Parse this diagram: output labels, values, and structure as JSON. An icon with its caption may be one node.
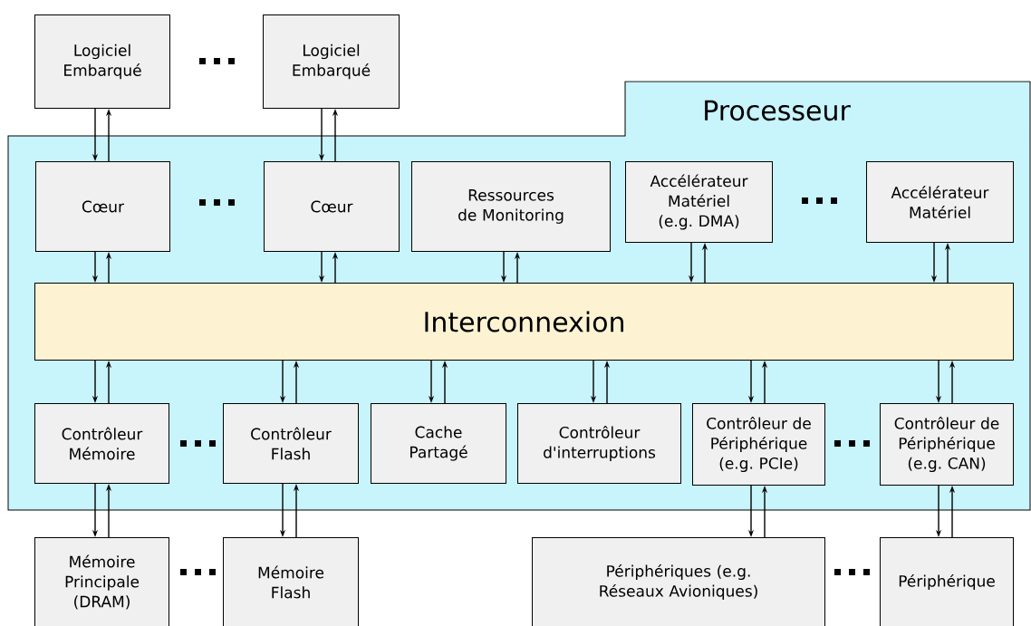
{
  "diagram": {
    "nodes": [
      {
        "text": [
          "Processeur"
        ]
      },
      {
        "text": [
          "Logiciel Embarqué"
        ]
      },
      {
        "text": [
          "Logiciel Embarqué"
        ]
      },
      {
        "text": [
          "Cœur"
        ],
        "in": 0
      },
      {
        "text": [
          "Cœur"
        ],
        "in": 0
      },
      {
        "text": [
          "Ressources de Monitoring"
        ],
        "in": 0
      },
      {
        "text": [
          "Accélérateur Matériel (e.g. DMA)"
        ],
        "in": 0
      },
      {
        "text": [
          "Accélérateur Matériel"
        ],
        "in": 0
      },
      {
        "text": [
          "Interconnexion"
        ],
        "in": 0
      },
      {
        "text": [
          "Contrôleur Mémoire"
        ],
        "in": 0
      },
      {
        "text": [
          "Contrôleur Flash"
        ],
        "in": 0
      },
      {
        "text": [
          "Cache Partagé"
        ],
        "in": 0
      },
      {
        "text": [
          "Contrôleur d'interruptions"
        ],
        "in": 0
      },
      {
        "text": [
          "Contrôleur de Périphérique (e.g. PCIe)"
        ],
        "in": 0
      },
      {
        "text": [
          "Contrôleur de Périphérique (e.g. CAN)"
        ],
        "in": 0
      },
      {
        "text": [
          "Mémoire Principale (DRAM)"
        ]
      },
      {
        "text": [
          "Mémoire Flash"
        ]
      },
      {
        "text": [
          "Périphériques (e.g. Réseaux Avioniques)"
        ]
      },
      {
        "text": [
          "Périphérique"
        ]
      }
    ],
    "edges": [
      {
        "from": 1,
        "to": 3,
        "arrow": "to"
      },
      {
        "from": 3,
        "to": 1,
        "arrow": "to"
      },
      {
        "from": 2,
        "to": 4,
        "arrow": "to"
      },
      {
        "from": 4,
        "to": 2,
        "arrow": "to"
      },
      {
        "from": 3,
        "to": 8,
        "arrow": "to"
      },
      {
        "from": 8,
        "to": 3,
        "arrow": "to"
      },
      {
        "from": 4,
        "to": 8,
        "arrow": "to"
      },
      {
        "from": 8,
        "to": 4,
        "arrow": "to"
      },
      {
        "from": 5,
        "to": 8,
        "arrow": "to"
      },
      {
        "from": 8,
        "to": 5,
        "arrow": "to"
      },
      {
        "from": 6,
        "to": 8,
        "arrow": "to"
      },
      {
        "from": 8,
        "to": 6,
        "arrow": "to"
      },
      {
        "from": 7,
        "to": 8,
        "arrow": "to"
      },
      {
        "from": 8,
        "to": 7,
        "arrow": "to"
      },
      {
        "from": 8,
        "to": 9,
        "arrow": "to"
      },
      {
        "from": 9,
        "to": 8,
        "arrow": "to"
      },
      {
        "from": 8,
        "to": 10,
        "arrow": "to"
      },
      {
        "from": 10,
        "to": 8,
        "arrow": "to"
      },
      {
        "from": 8,
        "to": 11,
        "arrow": "to"
      },
      {
        "from": 11,
        "to": 8,
        "arrow": "to"
      },
      {
        "from": 8,
        "to": 12,
        "arrow": "to"
      },
      {
        "from": 12,
        "to": 8,
        "arrow": "to"
      },
      {
        "from": 8,
        "to": 13,
        "arrow": "to"
      },
      {
        "from": 13,
        "to": 8,
        "arrow": "to"
      },
      {
        "from": 8,
        "to": 14,
        "arrow": "to"
      },
      {
        "from": 14,
        "to": 8,
        "arrow": "to"
      },
      {
        "from": 9,
        "to": 15,
        "arrow": "to"
      },
      {
        "from": 15,
        "to": 9,
        "arrow": "to"
      },
      {
        "from": 10,
        "to": 16,
        "arrow": "to"
      },
      {
        "from": 16,
        "to": 10,
        "arrow": "to"
      },
      {
        "from": 13,
        "to": 17,
        "arrow": "to"
      },
      {
        "from": 17,
        "to": 13,
        "arrow": "to"
      },
      {
        "from": 14,
        "to": 18,
        "arrow": "to"
      },
      {
        "from": 18,
        "to": 14,
        "arrow": "to"
      }
    ]
  }
}
